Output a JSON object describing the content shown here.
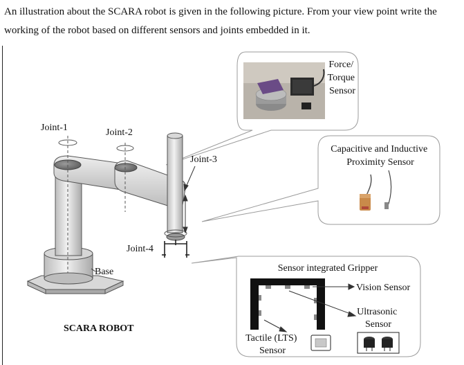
{
  "question": {
    "line1": "An illustration about the SCARA robot is given in the following picture. From your view point write the",
    "line2": "working of the robot based on different sensors and joints embedded in it."
  },
  "robot": {
    "joint1": "Joint-1",
    "joint2": "Joint-2",
    "joint3": "Joint-3",
    "joint4": "Joint-4",
    "base": "Base",
    "caption": "SCARA ROBOT"
  },
  "callouts": {
    "force_torque": [
      "Force/",
      "Torque",
      "Sensor"
    ],
    "proximity": [
      "Capacitive and Inductive",
      "Proximity Sensor"
    ],
    "gripper": {
      "title": "Sensor integrated Gripper",
      "vision": "Vision Sensor",
      "ultrasonic": [
        "Ultrasonic",
        "Sensor"
      ],
      "tactile": [
        "Tactile (LTS)",
        "Sensor"
      ]
    }
  },
  "colors": {
    "robot_light": "#e4e4e4",
    "robot_mid": "#c8c8c8",
    "robot_dark": "#9a9a9a",
    "outline": "#555555"
  }
}
